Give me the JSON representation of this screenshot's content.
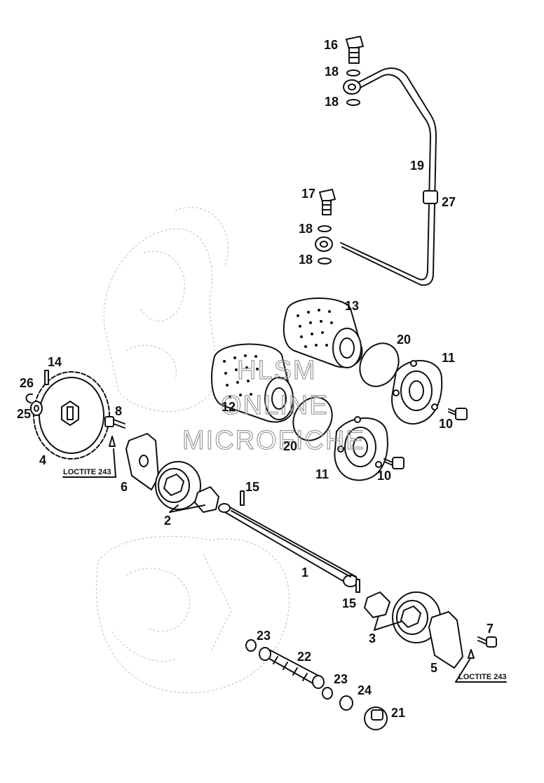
{
  "labels": {
    "l1": "1",
    "l2": "2",
    "l3": "3",
    "l4": "4",
    "l5": "5",
    "l6": "6",
    "l7": "7",
    "l8": "8",
    "l10a": "10",
    "l10b": "10",
    "l11a": "11",
    "l11b": "11",
    "l12": "12",
    "l13": "13",
    "l14": "14",
    "l15a": "15",
    "l15b": "15",
    "l16": "16",
    "l17": "17",
    "l18a": "18",
    "l18b": "18",
    "l18c": "18",
    "l18d": "18",
    "l19": "19",
    "l20a": "20",
    "l20b": "20",
    "l21": "21",
    "l22": "22",
    "l23a": "23",
    "l23b": "23",
    "l24": "24",
    "l25": "25",
    "l26": "26",
    "l27": "27"
  },
  "notes": {
    "loctite_left": "LOCTITE 243",
    "loctite_right": "LOCTITE 243"
  },
  "watermark": {
    "line1": "HLSM",
    "line2": "ONLINE",
    "line3": "MICROFICHE"
  },
  "icons": [
    "bolt-icon",
    "washer-icon",
    "oil-pipe-icon",
    "oil-filter-icon",
    "gear-icon",
    "pump-rotor-icon",
    "shaft-icon",
    "screen-filter-icon",
    "plug-icon"
  ]
}
